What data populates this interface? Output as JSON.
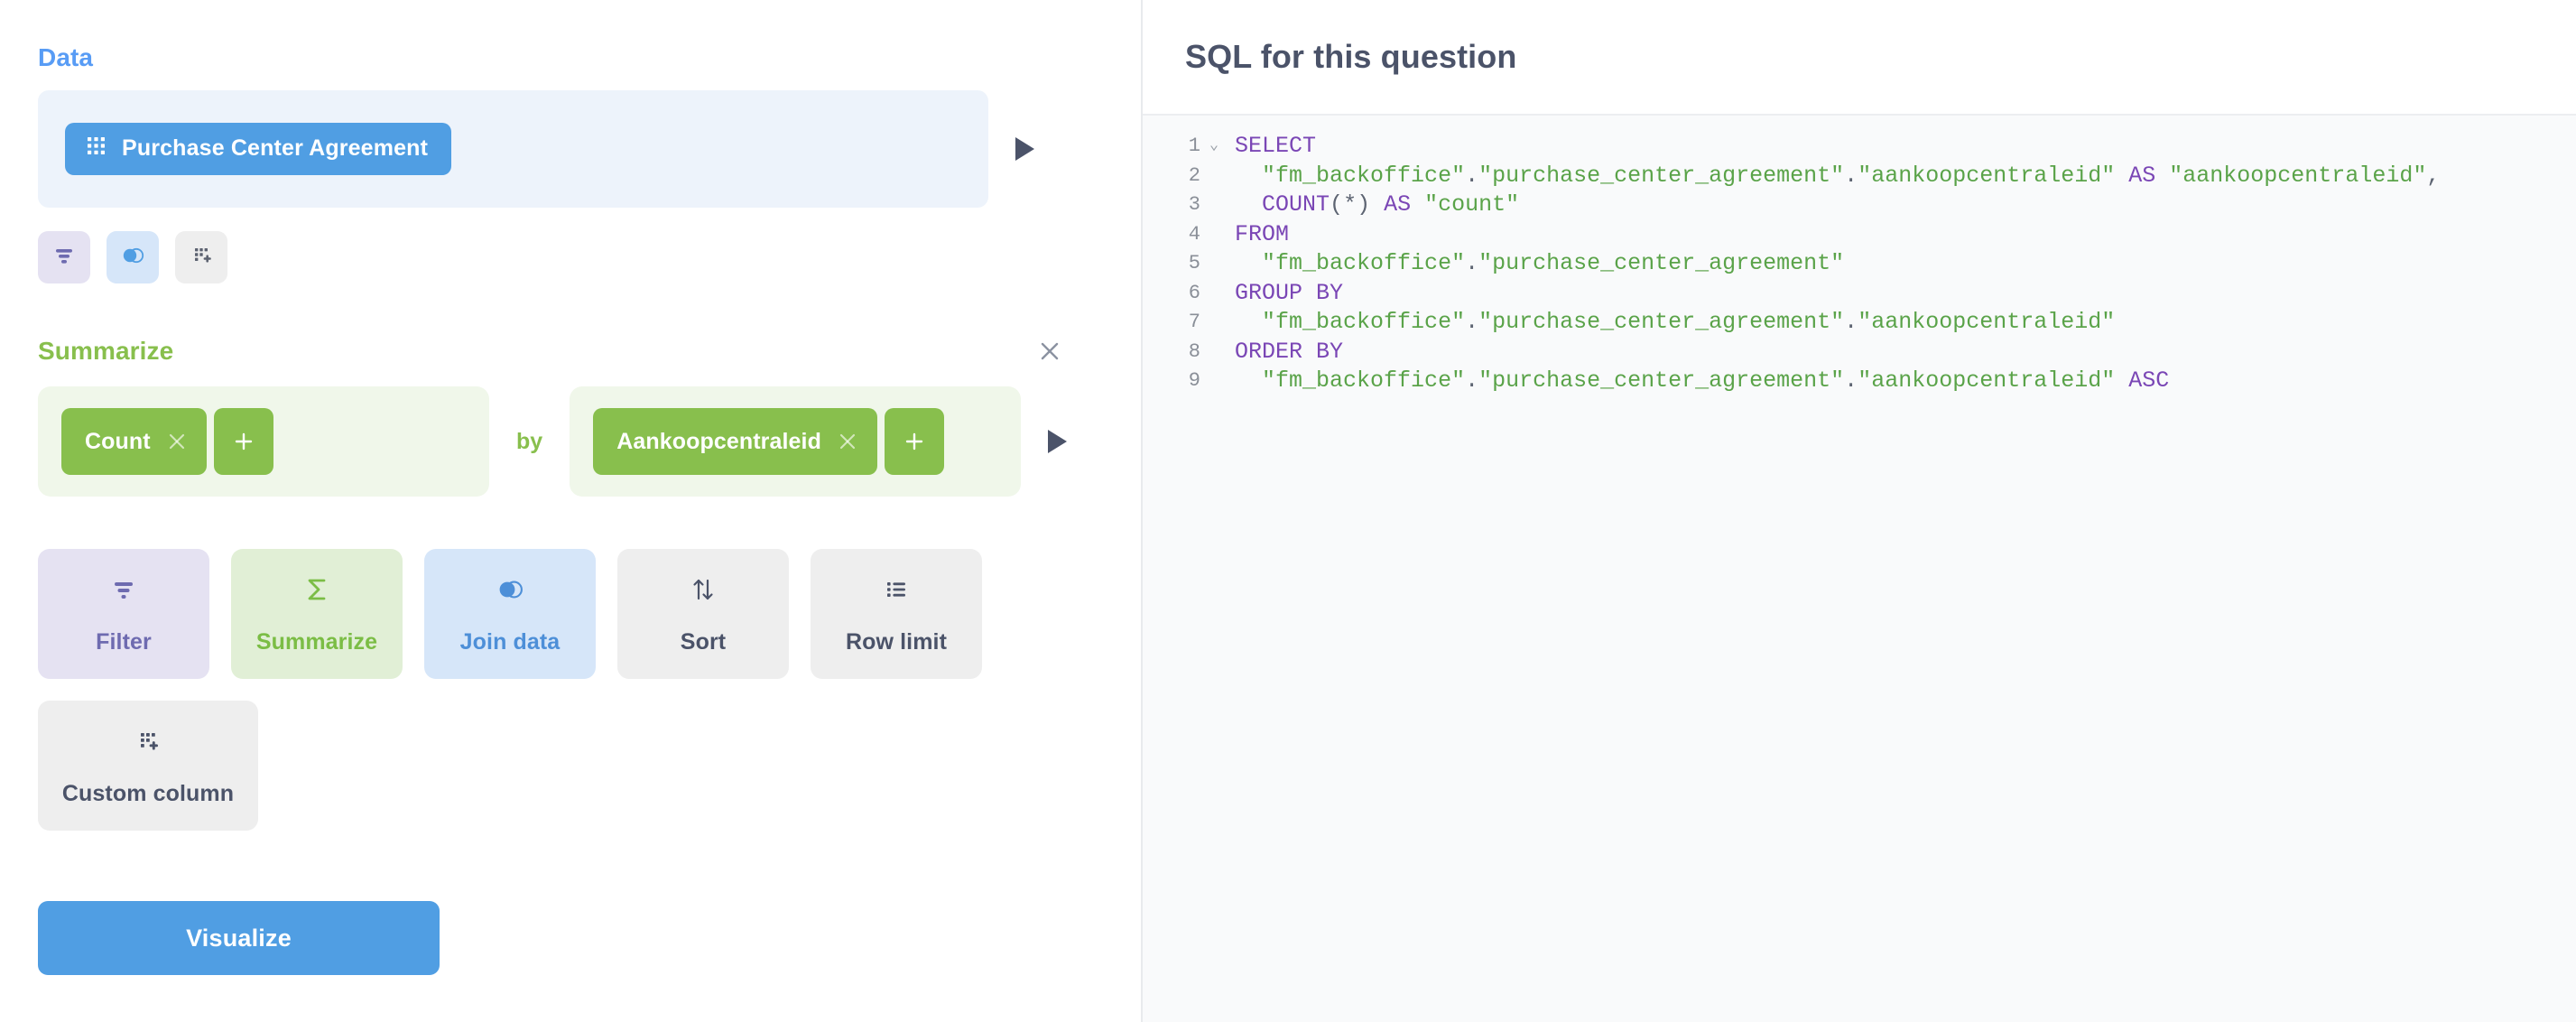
{
  "notebook": {
    "data_section": {
      "title": "Data",
      "table_chip": {
        "label": "Purchase Center Agreement",
        "icon": "table-grid-icon"
      },
      "preview_arrow_icon": "play-triangle-icon",
      "mini_actions": [
        {
          "name": "filter",
          "icon": "filter-icon"
        },
        {
          "name": "join",
          "icon": "join-venn-icon"
        },
        {
          "name": "custom-column",
          "icon": "custom-column-icon"
        }
      ]
    },
    "summarize_section": {
      "title": "Summarize",
      "close_icon": "close-x-icon",
      "by_label": "by",
      "aggregation_chip": {
        "label": "Count",
        "remove_icon": "close-x-icon"
      },
      "aggregation_add_label": "+",
      "breakout_chip": {
        "label": "Aankoopcentraleid",
        "remove_icon": "close-x-icon"
      },
      "breakout_add_label": "+",
      "preview_arrow_icon": "play-triangle-icon"
    },
    "action_buttons": [
      {
        "label": "Filter",
        "icon": "filter-icon",
        "style": "filter"
      },
      {
        "label": "Summarize",
        "icon": "sigma-icon",
        "style": "summarize"
      },
      {
        "label": "Join data",
        "icon": "join-venn-icon",
        "style": "join"
      },
      {
        "label": "Sort",
        "icon": "sort-arrows-icon",
        "style": "sort"
      },
      {
        "label": "Row limit",
        "icon": "list-icon",
        "style": "rowlimit"
      }
    ],
    "custom_column_button": {
      "label": "Custom column",
      "icon": "custom-column-icon"
    },
    "visualize_button": {
      "label": "Visualize"
    }
  },
  "sql_panel": {
    "title": "SQL for this question",
    "lines": [
      {
        "n": "1",
        "fold": "⌄"
      },
      {
        "n": "2",
        "fold": ""
      },
      {
        "n": "3",
        "fold": ""
      },
      {
        "n": "4",
        "fold": ""
      },
      {
        "n": "5",
        "fold": ""
      },
      {
        "n": "6",
        "fold": ""
      },
      {
        "n": "7",
        "fold": ""
      },
      {
        "n": "8",
        "fold": ""
      },
      {
        "n": "9",
        "fold": ""
      }
    ],
    "code_lines": [
      "SELECT",
      "  \"fm_backoffice\".\"purchase_center_agreement\".\"aankoopcentraleid\" AS \"aankoopcentraleid\",",
      "  COUNT(*) AS \"count\"",
      "FROM",
      "  \"fm_backoffice\".\"purchase_center_agreement\"",
      "GROUP BY",
      "  \"fm_backoffice\".\"purchase_center_agreement\".\"aankoopcentraleid\"",
      "ORDER BY",
      "  \"fm_backoffice\".\"purchase_center_agreement\".\"aankoopcentraleid\" ASC"
    ]
  },
  "colors": {
    "brand_blue": "#509ee3",
    "summarize_green": "#88bf4d",
    "filter_purple": "#6e6bb0",
    "text_dark": "#4b5369",
    "sql_keyword": "#7a46b5",
    "sql_string": "#5aa349"
  }
}
